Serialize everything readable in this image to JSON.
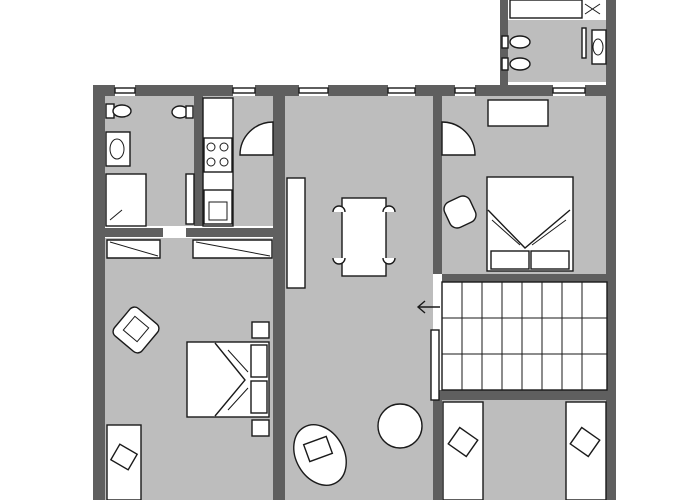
{
  "plan": {
    "kind": "apartment-floor-plan",
    "colors": {
      "wall": "#5f5f5f",
      "floor": "#bdbdbd",
      "fixture": "#ffffff",
      "outline": "#1a1a1a",
      "background": "#ffffff"
    },
    "rooms": [
      "bathroom-left",
      "kitchen",
      "living-dining-hall",
      "bedroom-top-right",
      "bathroom-top-right",
      "bedroom-left",
      "staircase",
      "bedroom-bottom-right"
    ],
    "icons": [
      "stairs-direction-arrow-icon",
      "toilet-icon",
      "sink-icon",
      "bed-icon",
      "armchair-icon",
      "stove-icon",
      "shower-icon"
    ]
  }
}
